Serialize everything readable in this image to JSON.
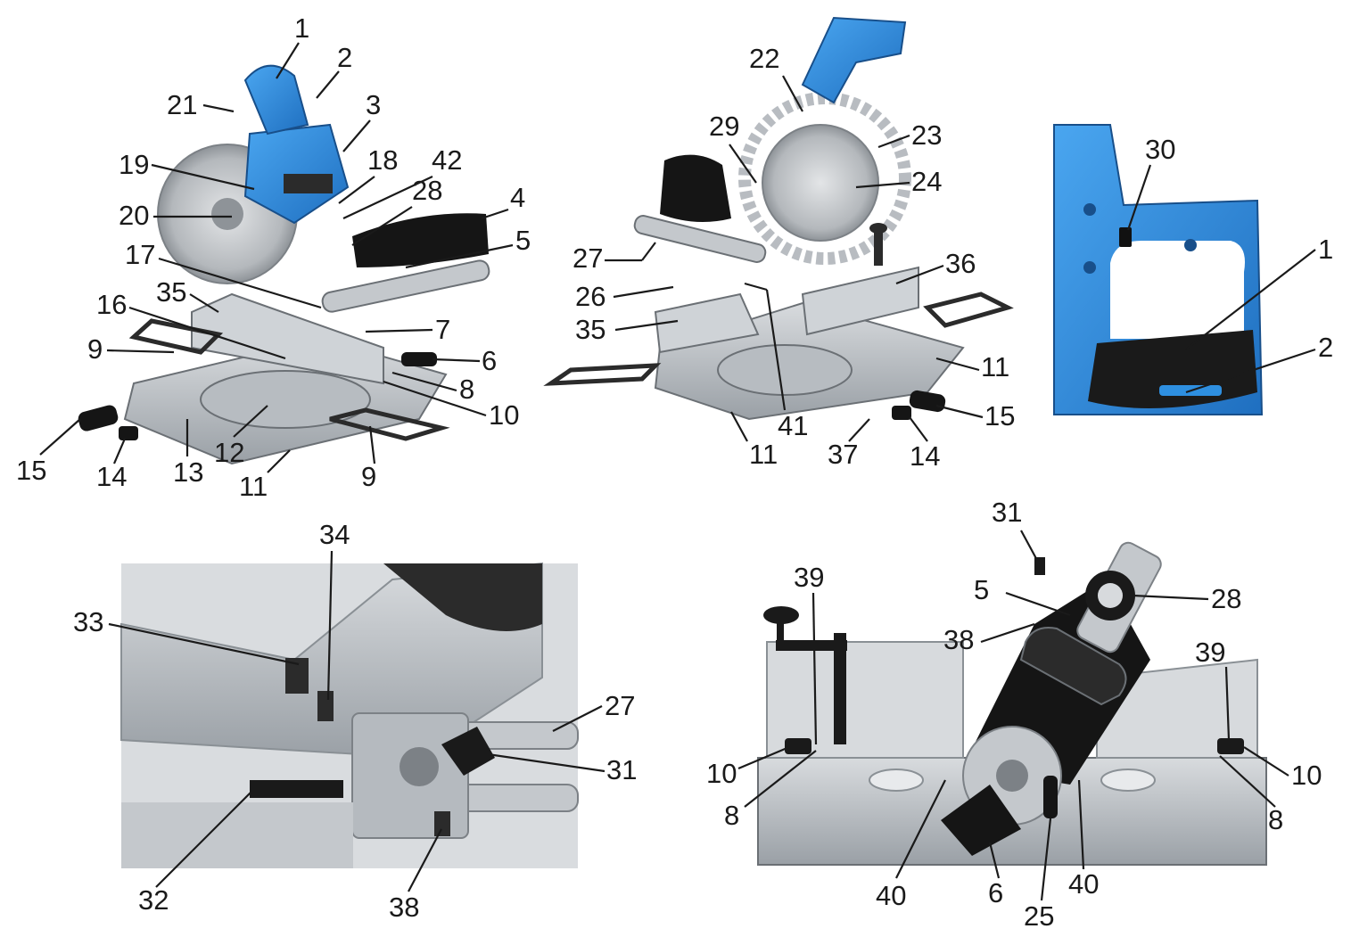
{
  "panels": {
    "front": {
      "callouts": [
        {
          "id": "1",
          "text": "1"
        },
        {
          "id": "2",
          "text": "2"
        },
        {
          "id": "21",
          "text": "21"
        },
        {
          "id": "3",
          "text": "3"
        },
        {
          "id": "19",
          "text": "19"
        },
        {
          "id": "18",
          "text": "18"
        },
        {
          "id": "42",
          "text": "42"
        },
        {
          "id": "28",
          "text": "28"
        },
        {
          "id": "20",
          "text": "20"
        },
        {
          "id": "4",
          "text": "4"
        },
        {
          "id": "5",
          "text": "5"
        },
        {
          "id": "17",
          "text": "17"
        },
        {
          "id": "35",
          "text": "35"
        },
        {
          "id": "16",
          "text": "16"
        },
        {
          "id": "7",
          "text": "7"
        },
        {
          "id": "9a",
          "text": "9"
        },
        {
          "id": "6",
          "text": "6"
        },
        {
          "id": "8",
          "text": "8"
        },
        {
          "id": "10",
          "text": "10"
        },
        {
          "id": "15",
          "text": "15"
        },
        {
          "id": "14",
          "text": "14"
        },
        {
          "id": "13",
          "text": "13"
        },
        {
          "id": "12",
          "text": "12"
        },
        {
          "id": "11",
          "text": "11"
        },
        {
          "id": "9b",
          "text": "9"
        }
      ]
    },
    "rear": {
      "callouts": [
        {
          "id": "22",
          "text": "22"
        },
        {
          "id": "29",
          "text": "29"
        },
        {
          "id": "23",
          "text": "23"
        },
        {
          "id": "24",
          "text": "24"
        },
        {
          "id": "27",
          "text": "27"
        },
        {
          "id": "36",
          "text": "36"
        },
        {
          "id": "26",
          "text": "26"
        },
        {
          "id": "35",
          "text": "35"
        },
        {
          "id": "11a",
          "text": "11"
        },
        {
          "id": "41",
          "text": "41"
        },
        {
          "id": "15",
          "text": "15"
        },
        {
          "id": "11b",
          "text": "11"
        },
        {
          "id": "37",
          "text": "37"
        },
        {
          "id": "14",
          "text": "14"
        }
      ]
    },
    "handle": {
      "callouts": [
        {
          "id": "30",
          "text": "30"
        },
        {
          "id": "1",
          "text": "1"
        },
        {
          "id": "2",
          "text": "2"
        }
      ]
    },
    "rail_detail": {
      "callouts": [
        {
          "id": "34",
          "text": "34"
        },
        {
          "id": "33",
          "text": "33"
        },
        {
          "id": "27",
          "text": "27"
        },
        {
          "id": "31",
          "text": "31"
        },
        {
          "id": "32",
          "text": "32"
        },
        {
          "id": "38",
          "text": "38"
        }
      ]
    },
    "top_view": {
      "callouts": [
        {
          "id": "31",
          "text": "31"
        },
        {
          "id": "39a",
          "text": "39"
        },
        {
          "id": "5",
          "text": "5"
        },
        {
          "id": "28",
          "text": "28"
        },
        {
          "id": "38",
          "text": "38"
        },
        {
          "id": "39b",
          "text": "39"
        },
        {
          "id": "10a",
          "text": "10"
        },
        {
          "id": "10b",
          "text": "10"
        },
        {
          "id": "8a",
          "text": "8"
        },
        {
          "id": "8b",
          "text": "8"
        },
        {
          "id": "40a",
          "text": "40"
        },
        {
          "id": "6",
          "text": "6"
        },
        {
          "id": "25",
          "text": "25"
        },
        {
          "id": "40b",
          "text": "40"
        }
      ]
    }
  },
  "colors": {
    "accent_blue": "#2e8fe0",
    "dark_blue": "#1c5fa8",
    "body_gray": "#c9cdd2",
    "metal": "#a9afb5",
    "dark": "#2b2b2b",
    "black": "#111111",
    "blade": "#bfc3c7"
  }
}
